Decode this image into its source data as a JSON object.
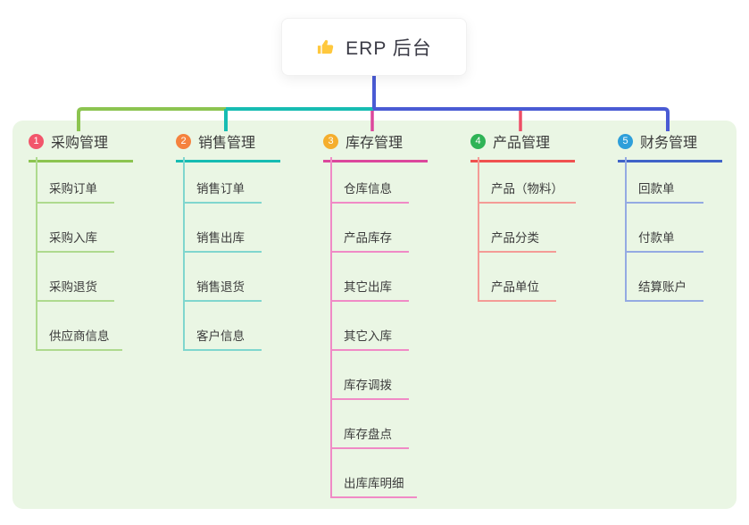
{
  "root": {
    "label": "ERP 后台",
    "icon": "thumbs-up-icon",
    "icon_color": "#FFC83D",
    "box_bg": "#FFFFFF",
    "line_color": "#4A5BD4"
  },
  "panel": {
    "bg": "#EAF6E4"
  },
  "branches": [
    {
      "index": "1",
      "label": "采购管理",
      "color": "#8CC450",
      "light_color": "#AEDA8E",
      "badge_color": "#F2566B",
      "children": [
        "采购订单",
        "采购入库",
        "采购退货",
        "供应商信息"
      ]
    },
    {
      "index": "2",
      "label": "销售管理",
      "color": "#16BCB2",
      "light_color": "#80D6CE",
      "badge_color": "#F5823E",
      "children": [
        "销售订单",
        "销售出库",
        "销售退货",
        "客户信息"
      ]
    },
    {
      "index": "3",
      "label": "库存管理",
      "color": "#DC479C",
      "light_color": "#F08AC6",
      "badge_color": "#F5AE2D",
      "children": [
        "仓库信息",
        "产品库存",
        "其它出库",
        "其它入库",
        "库存调拨",
        "库存盘点",
        "出库库明细"
      ]
    },
    {
      "index": "4",
      "label": "产品管理",
      "color": "#F0514F",
      "light_color": "#F49B96",
      "badge_color": "#2FB356",
      "children": [
        "产品（物料）",
        "产品分类",
        "产品单位"
      ]
    },
    {
      "index": "5",
      "label": "财务管理",
      "color": "#3F63C8",
      "light_color": "#94AAE2",
      "badge_color": "#2E9FDA",
      "children": [
        "回款单",
        "付款单",
        "结算账户"
      ]
    }
  ]
}
